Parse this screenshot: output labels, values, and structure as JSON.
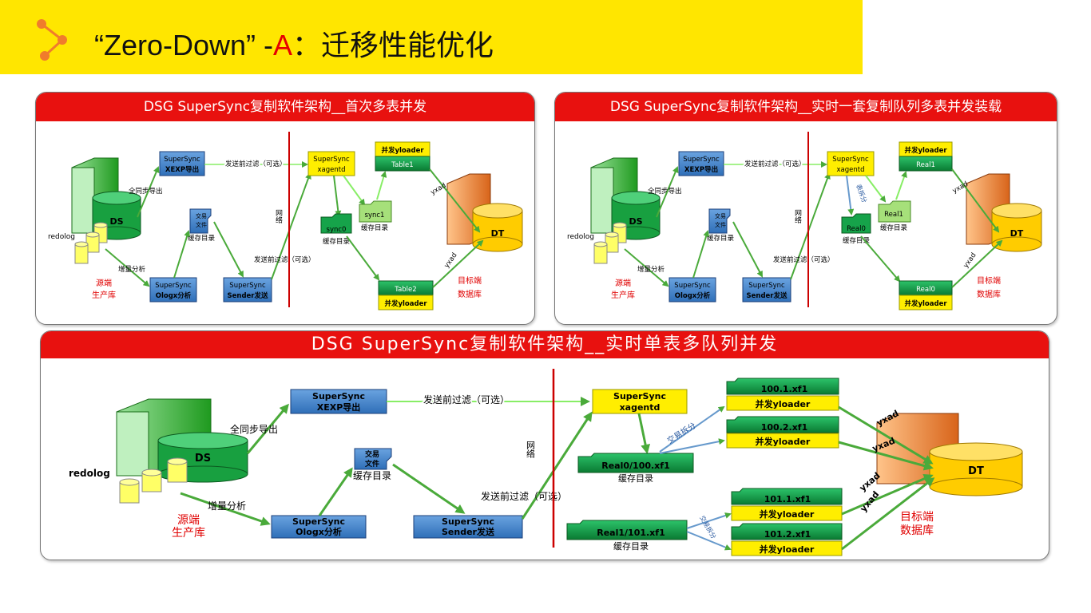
{
  "slide": {
    "title_part1": "“Zero-Down” -",
    "title_part2": "A",
    "title_part3": "：迁移性能优化"
  },
  "colors": {
    "title_bar": "#ffe600",
    "panel_header": "#e8110f",
    "network_line": "#cc0000",
    "blue_box": "#4a86c8",
    "yellow_box": "#ffee00",
    "green_box": "#009944",
    "server_green": "#2ab52a",
    "arrow_green": "#4aaa3a",
    "server_orange": "#f08a30",
    "db_yellow": "#ffcc00",
    "red_text": "#e00000",
    "logo_orange": "#f07c2c"
  },
  "panels": {
    "p1": {
      "header": "DSG SuperSync复制软件架构__首次多表并发",
      "xexp_l1": "SuperSync",
      "xexp_l2": "XEXP导出",
      "full_sync": "全同步导出",
      "send_filter_top": "发送前过滤（可选）",
      "ds": "DS",
      "redolog": "redolog",
      "file_l1": "交易",
      "file_l2": "文件",
      "cache_dir": "缓存目录",
      "send_filter_bottom": "发送前过滤（可选）",
      "incr": "增量分析",
      "ologx_l1": "SuperSync",
      "ologx_l2": "Ologx分析",
      "sender_l1": "SuperSync",
      "sender_l2": "Sender发送",
      "source_l1": "源端",
      "source_l2": "生产库",
      "network": "网络",
      "xagentd_l1": "SuperSync",
      "xagentd_l2": "xagentd",
      "q0": "sync0",
      "q0_label": "缓存目录",
      "q1": "sync1",
      "q1_label": "缓存目录",
      "load_top_l1": "并发yloader",
      "load_top_l2": "Table1",
      "load_bot_l1": "Table2",
      "load_bot_l2": "并发yloader",
      "yxad1": "yxad",
      "yxad2": "yxad",
      "dt": "DT",
      "target_l1": "目标端",
      "target_l2": "数据库"
    },
    "p2": {
      "header": "DSG SuperSync复制软件架构__实时一套复制队列多表并发装载",
      "xexp_l1": "SuperSync",
      "xexp_l2": "XEXP导出",
      "full_sync": "全同步导出",
      "send_filter_top": "发送前过滤（可选）",
      "ds": "DS",
      "redolog": "redolog",
      "file_l1": "交易",
      "file_l2": "文件",
      "cache_dir": "缓存目录",
      "send_filter_bottom": "发送前过滤（可选）",
      "incr": "增量分析",
      "ologx_l1": "SuperSync",
      "ologx_l2": "Ologx分析",
      "sender_l1": "SuperSync",
      "sender_l2": "Sender发送",
      "source_l1": "源端",
      "source_l2": "生产库",
      "network": "网络",
      "xagentd_l1": "SuperSync",
      "xagentd_l2": "xagentd",
      "q0": "Real0",
      "q0_label": "缓存目录",
      "q1": "Real1",
      "q1_label": "缓存目录",
      "split": "表拆分",
      "load_top_l1": "并发yloader",
      "load_top_l2": "Real1",
      "load_bot_l1": "Real0",
      "load_bot_l2": "并发yloader",
      "yxad1": "yxad",
      "yxad2": "yxad",
      "dt": "DT",
      "target_l1": "目标端",
      "target_l2": "数据库"
    },
    "p3": {
      "header": "DSG SuperSync复制软件架构__实时单表多队列并发",
      "xexp_l1": "SuperSync",
      "xexp_l2": "XEXP导出",
      "full_sync": "全同步导出",
      "send_filter_top": "发送前过滤（可选）",
      "ds": "DS",
      "redolog": "redolog",
      "file_l1": "交易",
      "file_l2": "文件",
      "cache_dir": "缓存目录",
      "send_filter_bottom": "发送前过滤（可选）",
      "incr": "增量分析",
      "ologx_l1": "SuperSync",
      "ologx_l2": "Ologx分析",
      "sender_l1": "SuperSync",
      "sender_l2": "Sender发送",
      "source_l1": "源端",
      "source_l2": "生产库",
      "network": "网络",
      "xagentd_l1": "SuperSync",
      "xagentd_l2": "xagentd",
      "real0": "Real0/100.xf1",
      "real0_label": "缓存目录",
      "real1": "Real1/101.xf1",
      "real1_label": "缓存目录",
      "split": "交易拆分",
      "q1001": "100.1.xf1",
      "q1002": "100.2.xf1",
      "q1011": "101.1.xf1",
      "q1012": "101.2.xf1",
      "loader": "并发yloader",
      "yxad": "yxad",
      "dt": "DT",
      "target_l1": "目标端",
      "target_l2": "数据库"
    }
  }
}
